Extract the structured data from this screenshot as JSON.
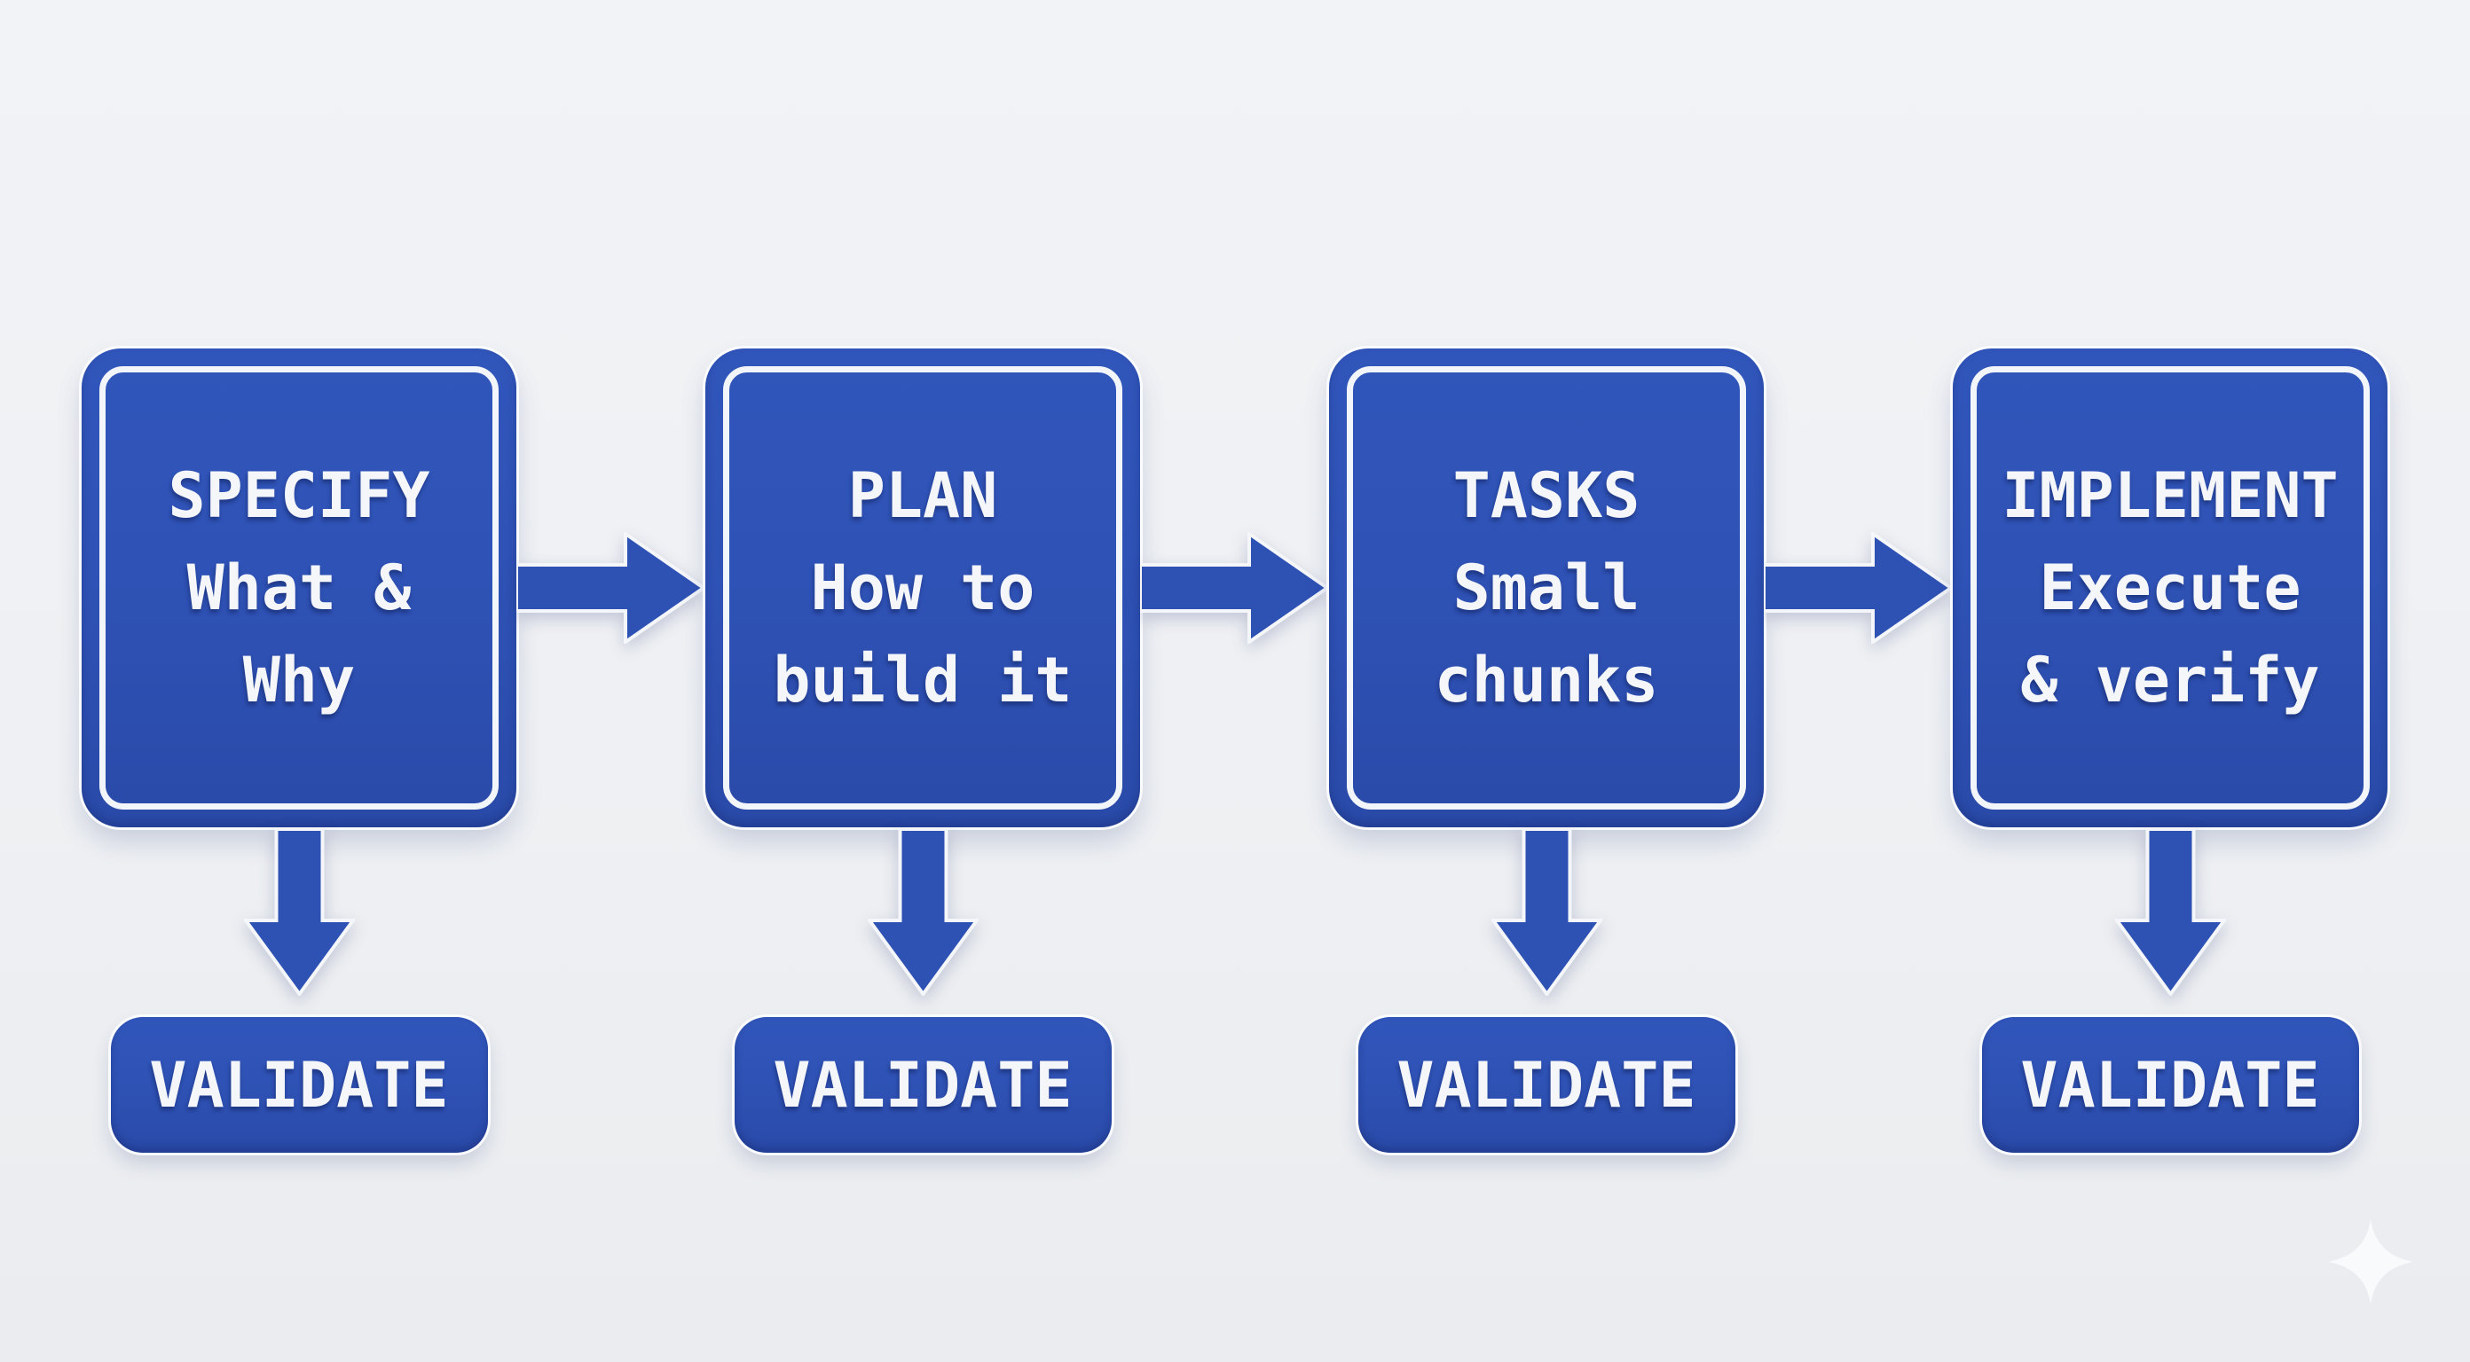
{
  "diagram": {
    "type": "flowchart",
    "background_color": "#eef0f3",
    "primary_blue": "#2e51b4",
    "ring_white": "#f2f5f9",
    "text_color": "#f4f6fa",
    "stages": [
      {
        "title": "SPECIFY",
        "lines": [
          "What &",
          "Why"
        ],
        "validate_label": "VALIDATE"
      },
      {
        "title": "PLAN",
        "lines": [
          "How to",
          "build it"
        ],
        "validate_label": "VALIDATE"
      },
      {
        "title": "TASKS",
        "lines": [
          "Small",
          "chunks"
        ],
        "validate_label": "VALIDATE"
      },
      {
        "title": "IMPLEMENT",
        "lines": [
          "Execute",
          "& verify"
        ],
        "validate_label": "VALIDATE"
      }
    ],
    "connectors": {
      "horizontal_arrows": 3,
      "vertical_arrows": 4,
      "arrow_color": "#2e51b4"
    },
    "watermark_icon": "four-point-sparkle"
  }
}
